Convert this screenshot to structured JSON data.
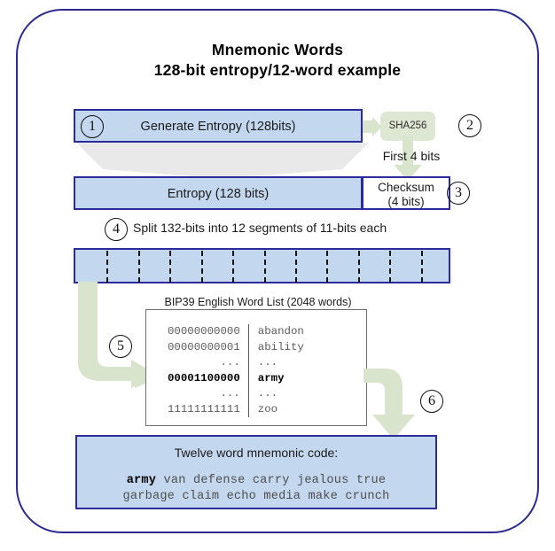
{
  "title": {
    "line1": "Mnemonic Words",
    "line2": "128-bit entropy/12-word example"
  },
  "colors": {
    "frame_border": "#2b2b8f",
    "box_fill": "#c3d7ef",
    "box_border": "#2b2b9c",
    "green_arrow": "#d8e4cc",
    "grey_arrow": "#e8e8e8",
    "sha_chip_fill": "#dde7d4"
  },
  "steps": {
    "one": "1",
    "two": "2",
    "three": "3",
    "four": "4",
    "five": "5",
    "six": "6"
  },
  "step1": {
    "label": "Generate Entropy (128bits)"
  },
  "step2": {
    "hash_label": "SHA256",
    "first_bits_label": "First 4 bits"
  },
  "step3": {
    "entropy_label": "Entropy (128 bits)",
    "checksum_label_line1": "Checksum",
    "checksum_label_line2": "(4 bits)"
  },
  "step4": {
    "split_label": "Split 132-bits into 12 segments of 11-bits each",
    "segment_count": 12
  },
  "step5": {
    "wordlist_caption": "BIP39 English Word List (2048 words)",
    "rows": [
      {
        "code": "00000000000",
        "word": "abandon",
        "bold": false
      },
      {
        "code": "00000000001",
        "word": "ability",
        "bold": false
      },
      {
        "code": "...",
        "word": "...",
        "bold": false
      },
      {
        "code": "00001100000",
        "word": "army",
        "bold": true
      },
      {
        "code": "...",
        "word": "...",
        "bold": false
      },
      {
        "code": "11111111111",
        "word": "zoo",
        "bold": false
      }
    ]
  },
  "step6": {
    "result_title": "Twelve word mnemonic code:",
    "words_line1": [
      "army",
      "van",
      "defense",
      "carry",
      "jealous",
      "true"
    ],
    "words_line2": [
      "garbage",
      "claim",
      "echo",
      "media",
      "make",
      "crunch"
    ],
    "bold_word": "army"
  }
}
